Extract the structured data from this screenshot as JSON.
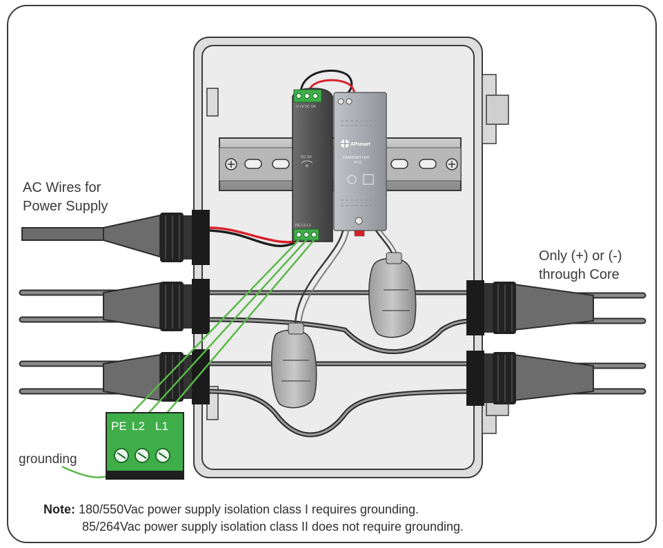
{
  "labels": {
    "ac_wires_line1": "AC Wires for",
    "ac_wires_line2": "Power Supply",
    "core_line1": "Only (+) or (-)",
    "core_line2": "through Core",
    "grounding": "grounding"
  },
  "terminal_block": {
    "pe": "PE",
    "l2": "L2",
    "l1": "L1"
  },
  "power_supply": {
    "top_terminals": "-V +V DC OK",
    "bottom_terminals": "PE L2 L1",
    "indicator": "DC OK"
  },
  "transmitter": {
    "brand": "APsmart",
    "model_line1": "TRANSMITTER",
    "model_line2": "-PLC"
  },
  "note": {
    "prefix": "Note:",
    "line1": "180/550Vac power supply isolation class I requires grounding.",
    "line2": "85/264Vac power supply isolation class II does not require grounding."
  },
  "colors": {
    "outline": "#3a3a3a",
    "enclosure": "#e9e9e9",
    "terminal_green": "#3fae49",
    "ground_wire": "#58b947",
    "red_wire": "#d8222a",
    "black_wire": "#1e1e1e",
    "cable_gray": "#737373",
    "gland_black": "#222222"
  }
}
